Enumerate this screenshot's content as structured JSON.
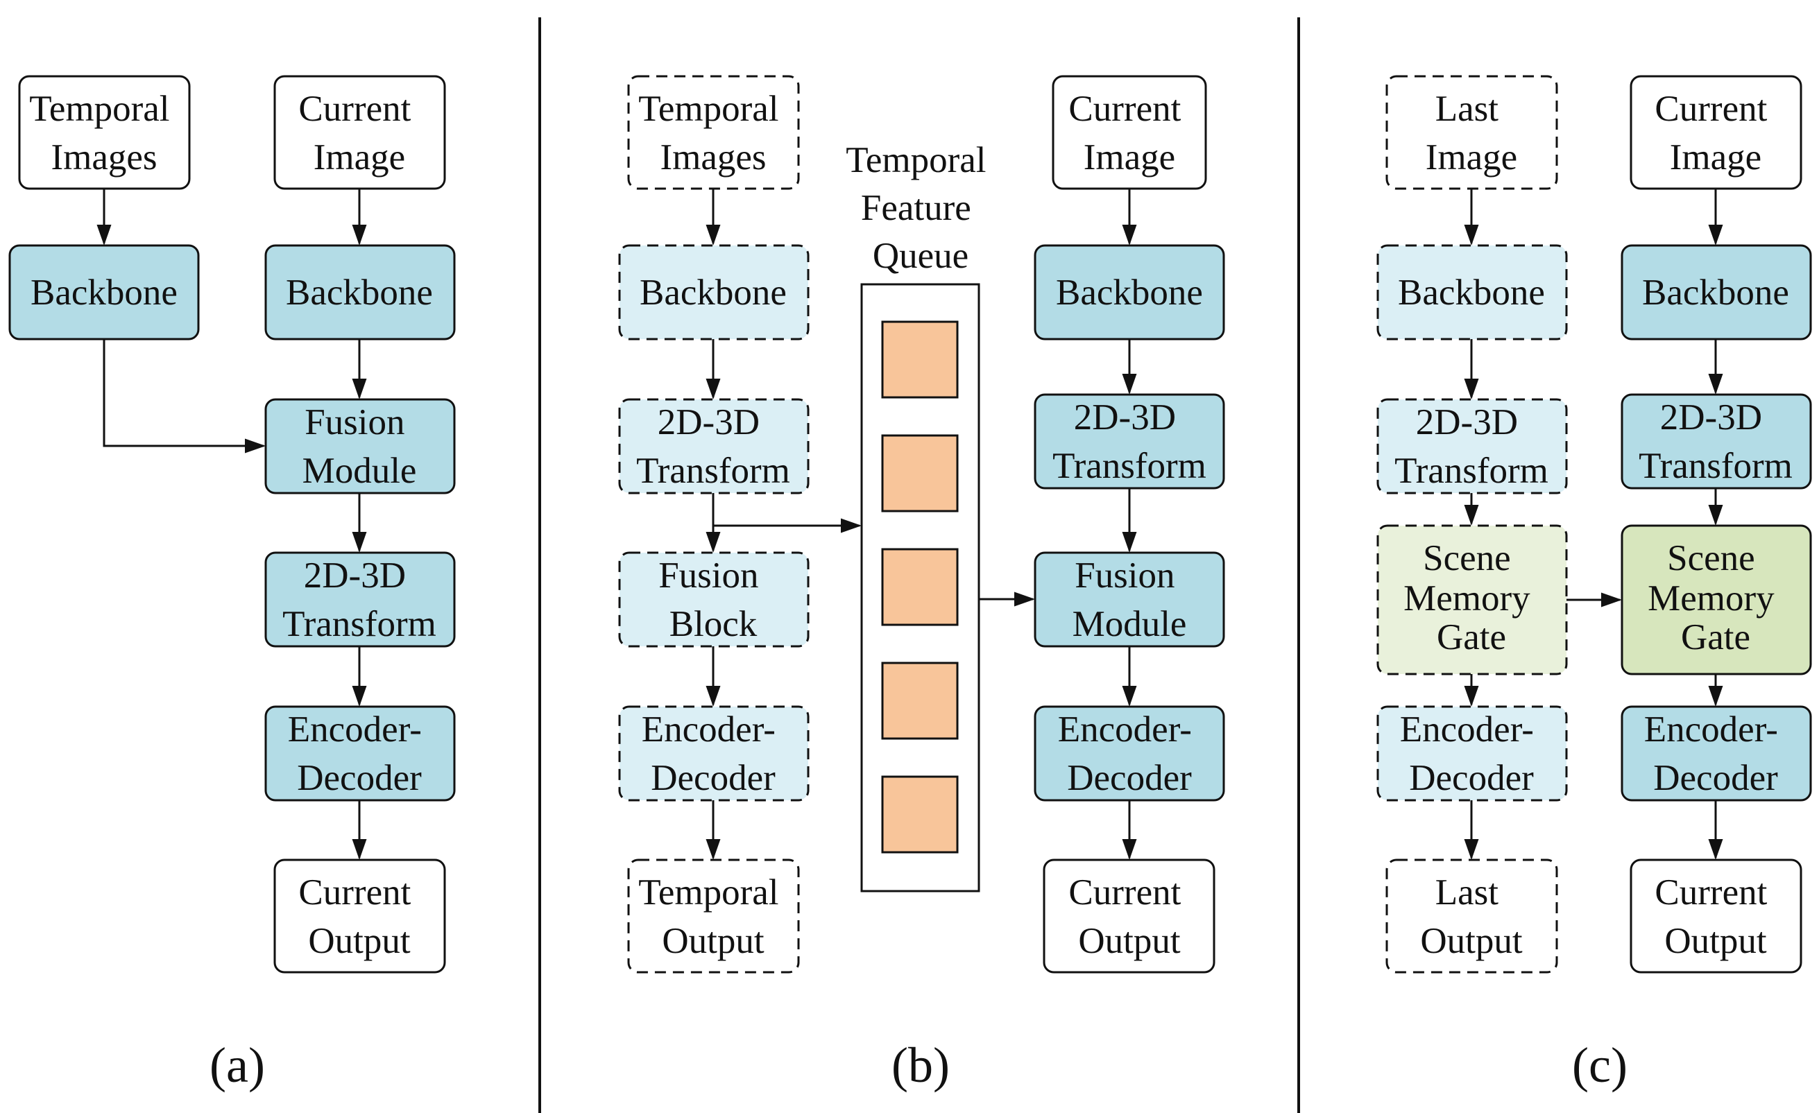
{
  "colors": {
    "solid_fill": "#b3dce6",
    "faded_fill": "#dbeff5",
    "gate_fill": "#d7e6bd",
    "gate_faded_fill": "#e9f1db",
    "queue_fill": "#f8c59a",
    "stroke": "#111111",
    "background": "#ffffff"
  },
  "panel_a": {
    "label": "(a)",
    "temporal_images": [
      "Temporal",
      "Images"
    ],
    "current_image": [
      "Current",
      "Image"
    ],
    "backbone_left": "Backbone",
    "backbone_right": "Backbone",
    "fusion_module": [
      "Fusion",
      "Module"
    ],
    "transform": [
      "2D-3D",
      "Transform"
    ],
    "encoder_decoder": [
      "Encoder-",
      "Decoder"
    ],
    "current_output": [
      "Current",
      "Output"
    ]
  },
  "panel_b": {
    "label": "(b)",
    "temporal_images": [
      "Temporal",
      "Images"
    ],
    "backbone_temporal": "Backbone",
    "transform_temporal": [
      "2D-3D",
      "Transform"
    ],
    "fusion_block": [
      "Fusion",
      "Block"
    ],
    "encoder_decoder_temporal": [
      "Encoder-",
      "Decoder"
    ],
    "temporal_output": [
      "Temporal",
      "Output"
    ],
    "queue_title": [
      "Temporal",
      "Feature",
      "Queue"
    ],
    "current_image": [
      "Current",
      "Image"
    ],
    "backbone_current": "Backbone",
    "transform_current": [
      "2D-3D",
      "Transform"
    ],
    "fusion_module": [
      "Fusion",
      "Module"
    ],
    "encoder_decoder_current": [
      "Encoder-",
      "Decoder"
    ],
    "current_output": [
      "Current",
      "Output"
    ]
  },
  "panel_c": {
    "label": "(c)",
    "last_image": [
      "Last",
      "Image"
    ],
    "backbone_last": "Backbone",
    "transform_last": [
      "2D-3D",
      "Transform"
    ],
    "gate_last": [
      "Scene",
      "Memory",
      "Gate"
    ],
    "encoder_decoder_last": [
      "Encoder-",
      "Decoder"
    ],
    "last_output": [
      "Last",
      "Output"
    ],
    "current_image": [
      "Current",
      "Image"
    ],
    "backbone_current": "Backbone",
    "transform_current": [
      "2D-3D",
      "Transform"
    ],
    "gate_current": [
      "Scene",
      "Memory",
      "Gate"
    ],
    "encoder_decoder_current": [
      "Encoder-",
      "Decoder"
    ],
    "current_output": [
      "Current",
      "Output"
    ]
  }
}
